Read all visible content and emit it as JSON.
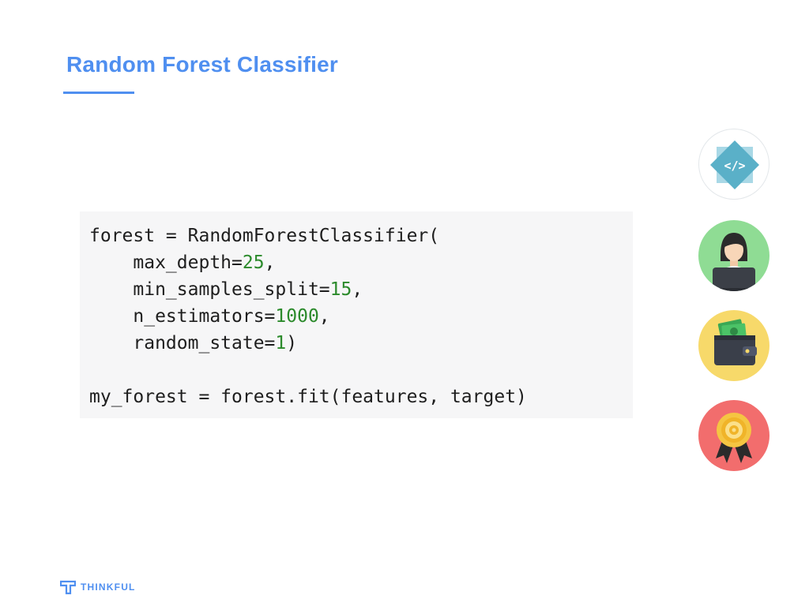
{
  "slide": {
    "title": "Random Forest Classifier"
  },
  "code": {
    "lines": [
      [
        {
          "t": "forest = RandomForestClassifier(",
          "k": "plain"
        }
      ],
      [
        {
          "t": "    max_depth=",
          "k": "plain"
        },
        {
          "t": "25",
          "k": "num"
        },
        {
          "t": ",",
          "k": "plain"
        }
      ],
      [
        {
          "t": "    min_samples_split=",
          "k": "plain"
        },
        {
          "t": "15",
          "k": "num"
        },
        {
          "t": ",",
          "k": "plain"
        }
      ],
      [
        {
          "t": "    n_estimators=",
          "k": "plain"
        },
        {
          "t": "1000",
          "k": "num"
        },
        {
          "t": ",",
          "k": "plain"
        }
      ],
      [
        {
          "t": "    random_state=",
          "k": "plain"
        },
        {
          "t": "1",
          "k": "num"
        },
        {
          "t": ")",
          "k": "plain"
        }
      ],
      [],
      [
        {
          "t": "my_forest = forest.fit(features, target)",
          "k": "plain"
        }
      ]
    ]
  },
  "side_icons": [
    {
      "name": "code-icon",
      "color": "#5ab0c8"
    },
    {
      "name": "developer-avatar-icon",
      "color": "#8fdc94"
    },
    {
      "name": "wallet-icon",
      "color": "#f7d96a"
    },
    {
      "name": "award-badge-icon",
      "color": "#f26d6d"
    }
  ],
  "brand": {
    "logo_text": "THINKFUL",
    "accent_color": "#4f8ff0"
  }
}
